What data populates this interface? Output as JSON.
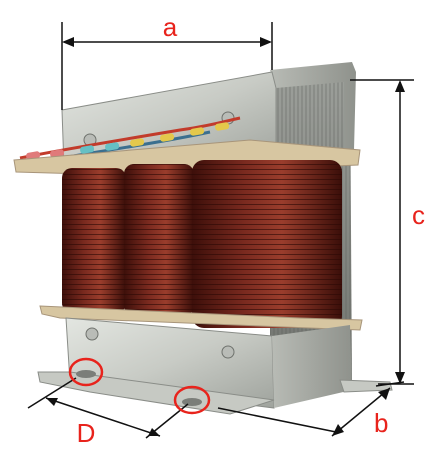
{
  "dimensions": {
    "a": "a",
    "b": "b",
    "c": "c",
    "D": "D"
  },
  "colors": {
    "label": "#e8231c",
    "dimension_line": "#111111",
    "callout_circle": "#e8231c",
    "frame_metal": "#c9ccc6",
    "coil_copper": "#6b1f16"
  }
}
